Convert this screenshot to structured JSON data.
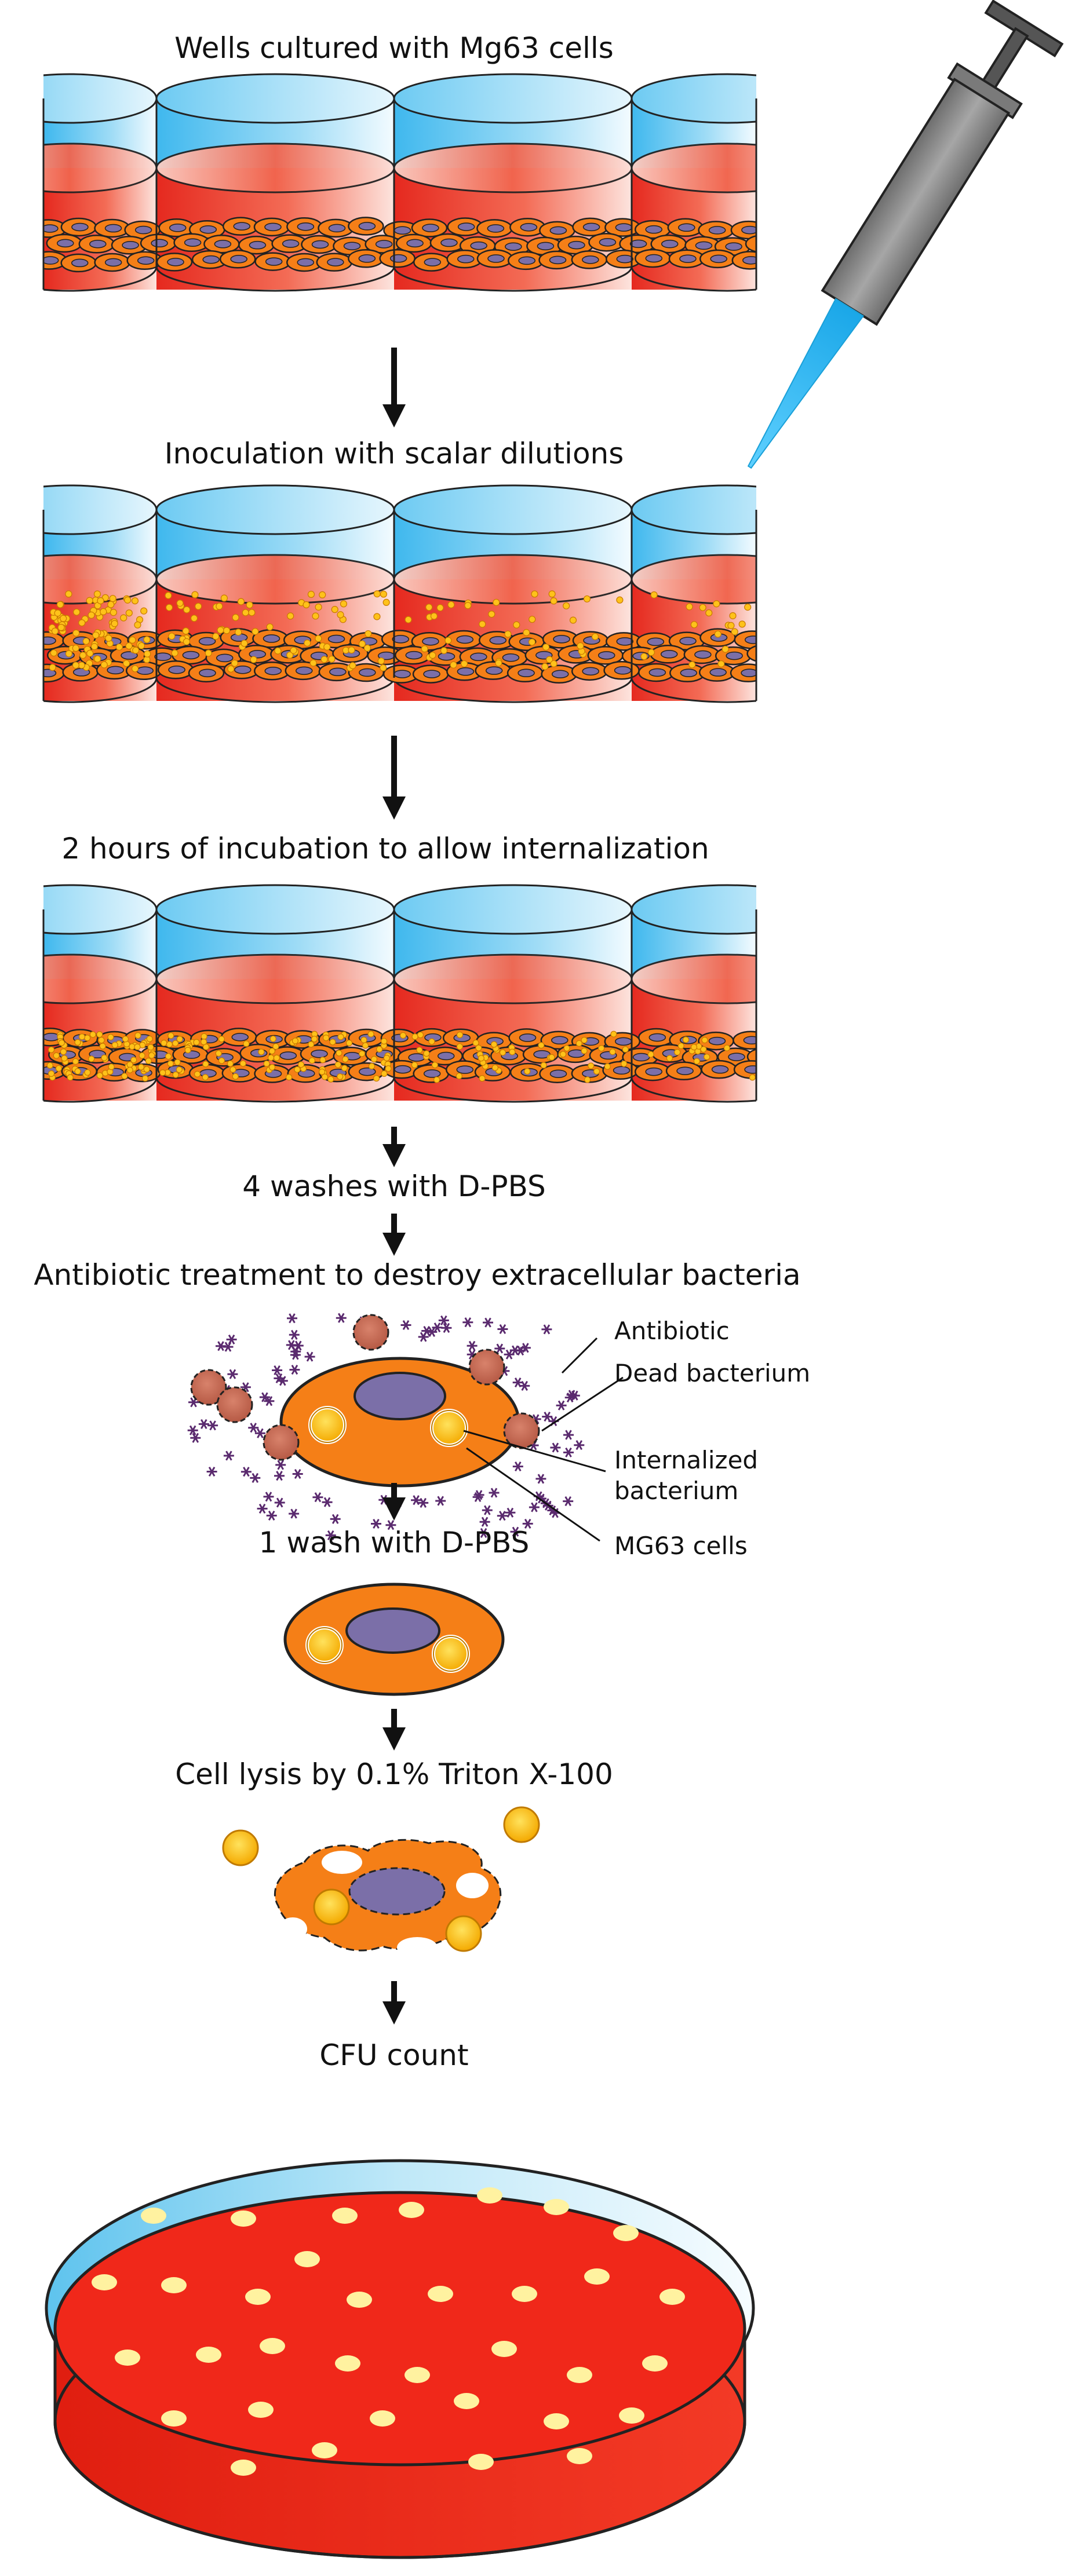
{
  "steps": {
    "wells": "Wells cultured with Mg63 cells",
    "inoculation": "Inoculation with scalar dilutions",
    "incubation": "2 hours of incubation to allow internalization",
    "washes": "4 washes with D-PBS",
    "antibiotic": "Antibiotic treatment to destroy extracellular bacteria",
    "wash1": "1 wash with D-PBS",
    "lysis": "Cell lysis by 0.1% Triton X-100",
    "cfu": "CFU count"
  },
  "legend": {
    "antibiotic": "Antibiotic",
    "dead": "Dead bacterium",
    "internalized_line1": "Internalized",
    "internalized_line2": "bacterium",
    "cells": "MG63 cells"
  },
  "colors": {
    "medium_red": "#e8372a",
    "well_top_blue": "#5ec8f0",
    "cell_orange": "#f57f17",
    "nucleus_purple": "#7b6fa8",
    "bacterium_yellow": "#ffc21a",
    "dead_bacterium": "#c46a55",
    "antibiotic_star": "#5a2a6e",
    "agar_red": "#f0281a",
    "colony_yellow": "#fff2a0",
    "syringe_barrel": "#8a8a8a",
    "syringe_tip": "#1fb6f0"
  }
}
